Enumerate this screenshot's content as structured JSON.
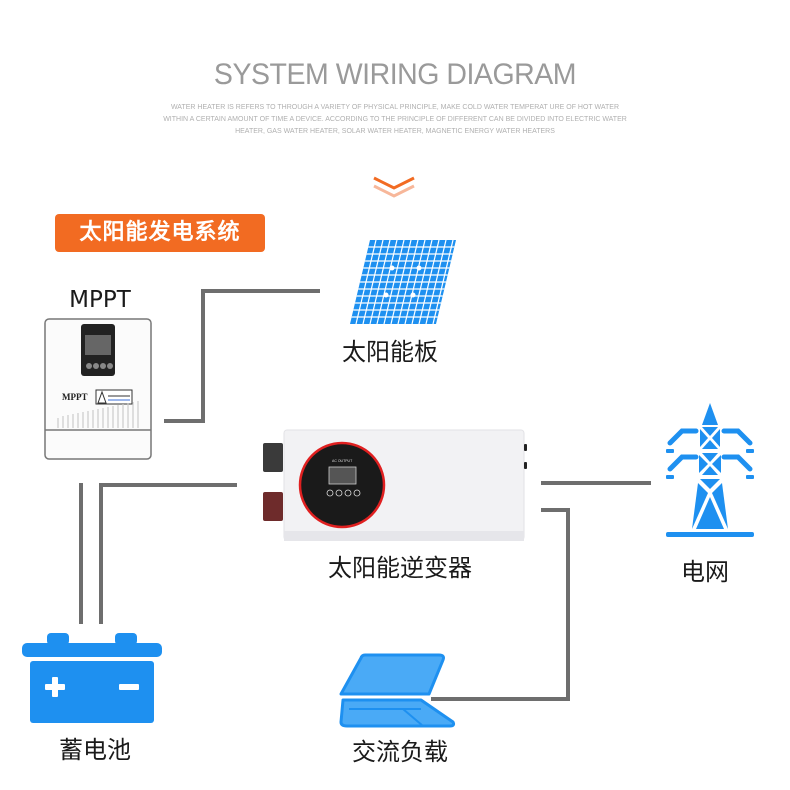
{
  "header": {
    "title": "SYSTEM WIRING DIAGRAM",
    "subtitle": "WATER HEATER IS REFERS TO THROUGH A VARIETY OF PHYSICAL PRINCIPLE, MAKE COLD WATER TEMPERAT URE OF HOT WATER WITHIN A CERTAIN AMOUNT OF TIME A DEVICE. ACCORDING TO THE PRINCIPLE OF DIFFERENT CAN BE DIVIDED INTO ELECTRIC WATER HEATER, GAS WATER HEATER, SOLAR WATER HEATER, MAGNETIC ENERGY WATER HEATERS",
    "chevron_icon": "double-chevron-down-icon"
  },
  "badge": {
    "label": "太阳能发电系统",
    "color": "#f26b22"
  },
  "nodes": {
    "mppt": {
      "label": "MPPT",
      "device_text": "MPPT"
    },
    "solar_panel": {
      "label": "太阳能板",
      "icon": "solar-panel-icon"
    },
    "inverter": {
      "label": "太阳能逆变器"
    },
    "grid": {
      "label": "电网",
      "icon": "power-tower-icon"
    },
    "battery": {
      "label": "蓄电池",
      "icon": "battery-icon"
    },
    "ac_load": {
      "label": "交流负载",
      "icon": "laptop-icon"
    }
  },
  "colors": {
    "icon_blue": "#1e90f0",
    "wire": "#6e6e6e",
    "accent": "#f26b22"
  }
}
